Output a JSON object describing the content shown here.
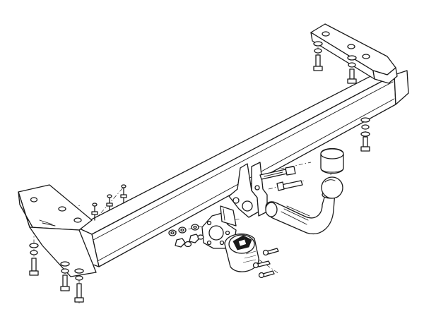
{
  "diagram": {
    "background": "#ffffff",
    "line_color": "#1a1a1a",
    "parts": [
      "crossbar-beam",
      "right-mounting-bracket",
      "left-mounting-bracket",
      "center-mounting-plates",
      "detachable-swan-neck",
      "tow-ball",
      "tow-ball-cap",
      "socket-plate",
      "electrical-socket",
      "bolts",
      "washers",
      "nuts"
    ]
  }
}
